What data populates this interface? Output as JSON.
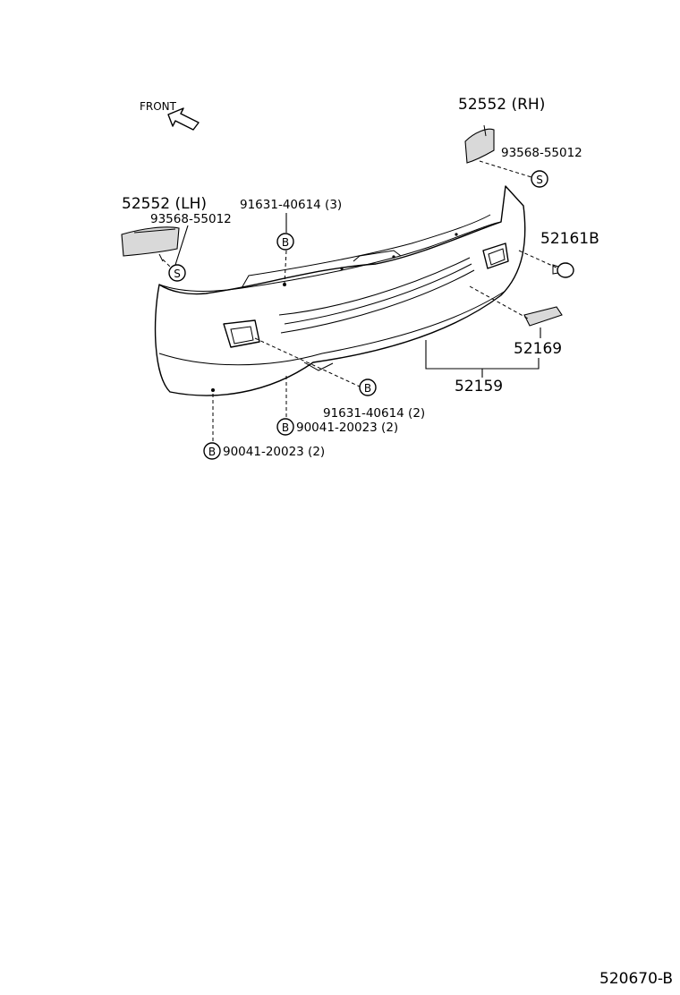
{
  "diagram": {
    "front_label": "FRONT",
    "catalog_code": "520670-B",
    "parts": {
      "end_cap_rh": "52552 (RH)",
      "end_cap_lh": "52552 (LH)",
      "screw_rh": "93568-55012",
      "screw_lh": "93568-55012",
      "bolt_top": "91631-40614 (3)",
      "clip": "52161B",
      "bracket": "52169",
      "bumper": "52159",
      "bolt_bottom": "91631-40614 (2)",
      "clip_a": "90041-20023 (2)",
      "clip_b": "90041-20023 (2)"
    },
    "callout_letters": {
      "s": "S",
      "b": "B"
    }
  }
}
